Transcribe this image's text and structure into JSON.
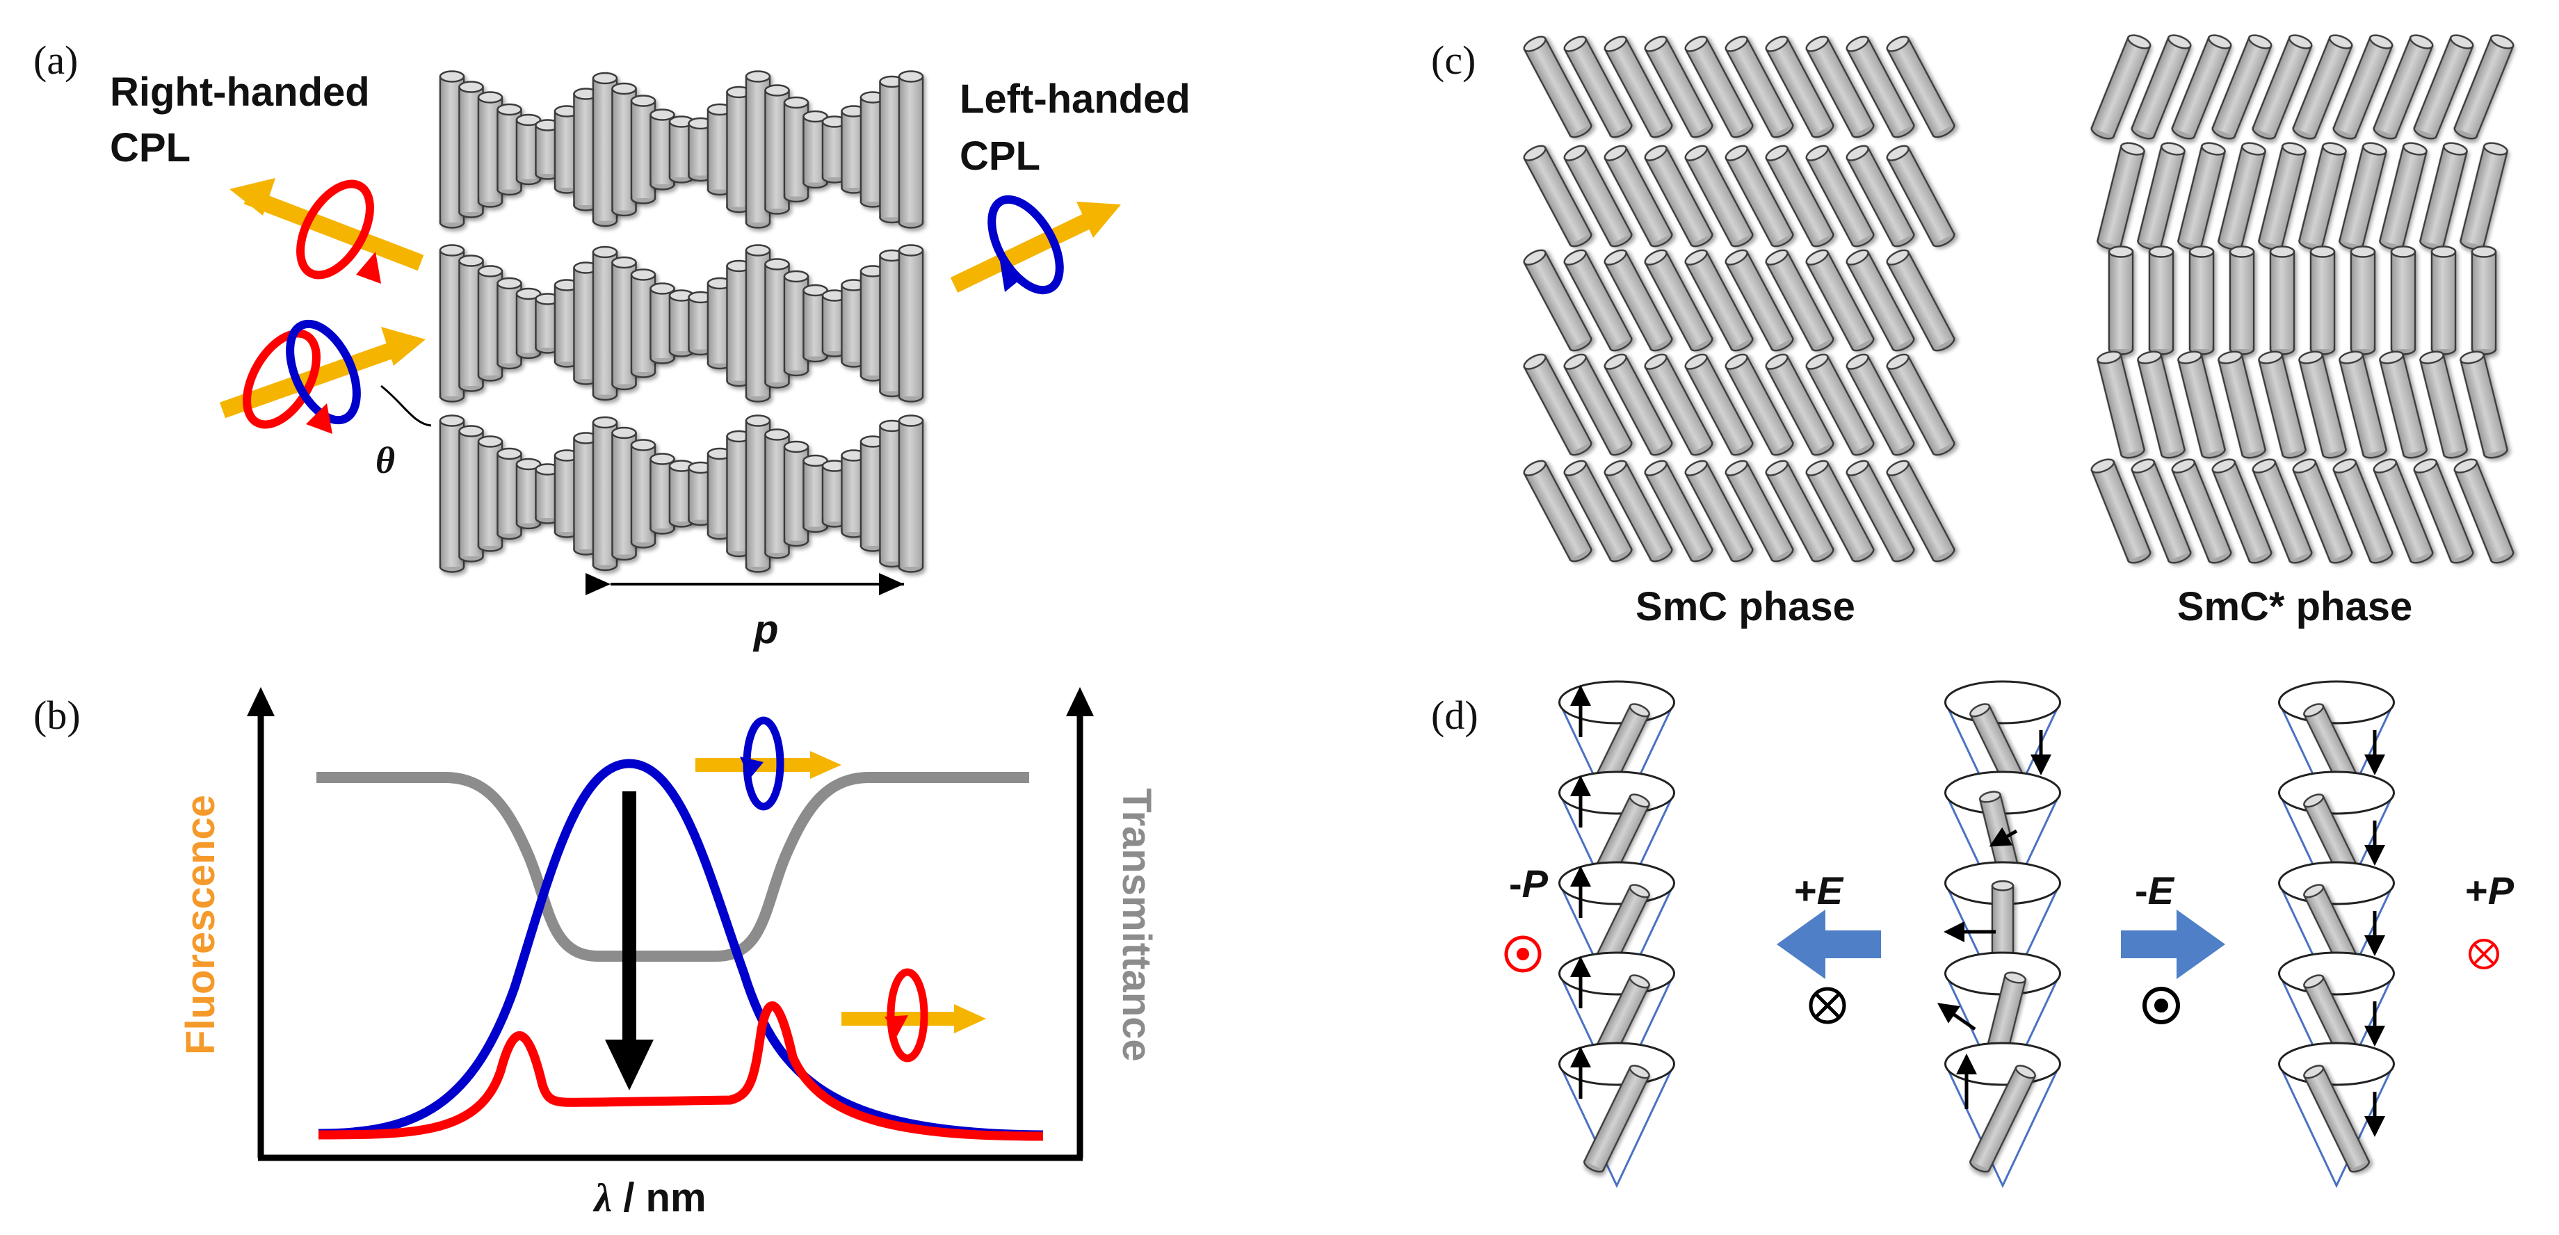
{
  "panels": {
    "a": {
      "label": "(a)",
      "right_title_1": "Right-handed",
      "right_title_2": "CPL",
      "left_title_1": "Left-handed",
      "left_title_2": "CPL",
      "theta": "θ",
      "pitch": "p"
    },
    "b": {
      "label": "(b)",
      "y_left": "Fluorescence",
      "y_right": "Transmittance",
      "x_label_symbol": "λ",
      "x_label_unit": " / nm"
    },
    "c": {
      "label": "(c)",
      "smc": "SmC phase",
      "smcstar": "SmC* phase"
    },
    "d": {
      "label": "(d)",
      "minus_p_sign": "-",
      "minus_p_symbol": "P",
      "plus_e_sign": "+",
      "plus_e_symbol": "E",
      "minus_e_sign": "-",
      "minus_e_symbol": "E",
      "plus_p_sign": "+",
      "plus_p_symbol": "P"
    }
  },
  "colors": {
    "rod_fill": "#c4c4c4",
    "rod_stroke": "#3a3a3a",
    "right_cpl": "#ff0000",
    "left_cpl": "#0000cc",
    "beam": "#f5b400",
    "fluorescence_label": "#f59a2a",
    "transmittance_label": "#8c8c8c",
    "field_arrow": "#4f7fc6",
    "polarization": "#ff0000",
    "cone_edge": "#4a72c4"
  }
}
